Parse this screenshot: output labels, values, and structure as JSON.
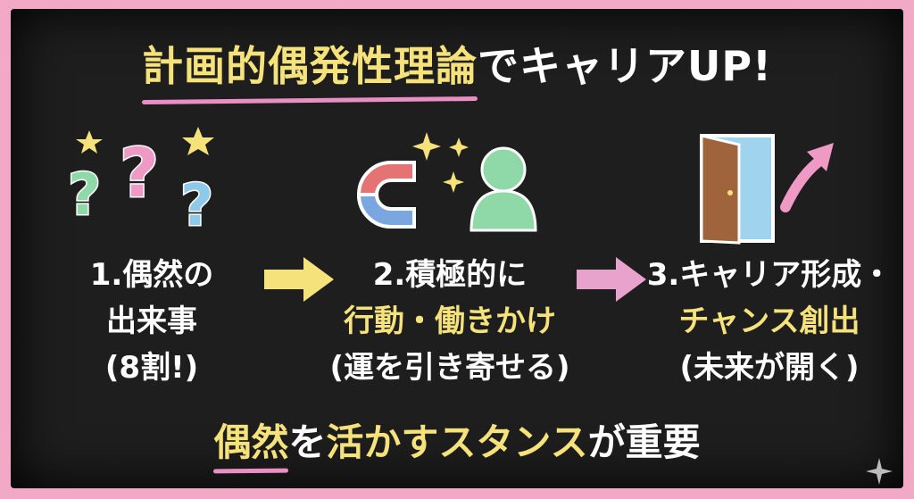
{
  "title": {
    "highlight": "計画的偶発性理論",
    "rest": "でキャリアUP!"
  },
  "steps": [
    {
      "line1": "1.偶然の",
      "line2": "出来事",
      "note": "(8割!)",
      "icon": "question-marks-icon"
    },
    {
      "line1": "2.積極的に",
      "line2": "行動・働きかけ",
      "note": "(運を引き寄せる)",
      "icon": "magnet-person-icon"
    },
    {
      "line1": "3.キャリア形成・",
      "line2": "チャンス創出",
      "note": "(未来が開く)",
      "icon": "open-door-icon"
    }
  ],
  "bottom": {
    "p1": "偶然",
    "p2": "を",
    "p3": "活かすスタンス",
    "p4": "が重要"
  },
  "colors": {
    "yellow": "#f6e27a",
    "pink": "#e98fc4",
    "board": "#1e1e1e",
    "frame": "#f2a9c6"
  }
}
